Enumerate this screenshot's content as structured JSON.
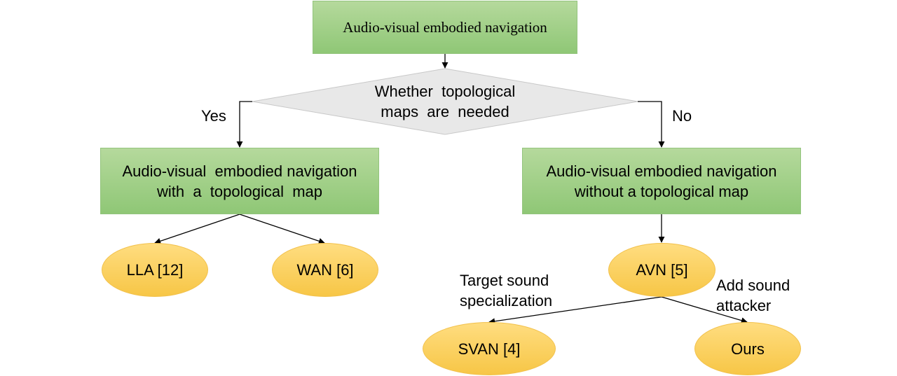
{
  "nodes": {
    "root": "Audio-visual embodied navigation",
    "decision": "Whether  topological\nmaps  are  needed",
    "with_map": "Audio-visual  embodied navigation\nwith  a  topological  map",
    "without_map": "Audio-visual embodied navigation\nwithout a topological map",
    "lla": "LLA [12]",
    "wan": "WAN [6]",
    "avn": "AVN [5]",
    "svan": "SVAN [4]",
    "ours": "Ours"
  },
  "edge_labels": {
    "yes": "Yes",
    "no": "No",
    "target_sound": "Target sound\nspecialization",
    "add_sound": "Add sound\nattacker"
  },
  "colors": {
    "rect_fill_top": "#b5d99c",
    "rect_fill_bottom": "#8fc776",
    "ellipse_fill_top": "#ffdd80",
    "ellipse_fill_bottom": "#f7c646",
    "diamond_fill": "#e8e8e8",
    "edge": "#000000"
  }
}
